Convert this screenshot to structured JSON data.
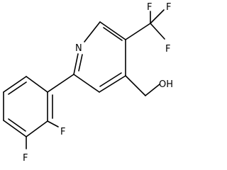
{
  "labels": {
    "nitrogen": "N",
    "fluorine_top": "F",
    "fluorine_right": "F",
    "fluorine_lower": "F",
    "fluorine_ring_a": "F",
    "fluorine_ring_b": "F",
    "hydroxyl": "OH"
  }
}
